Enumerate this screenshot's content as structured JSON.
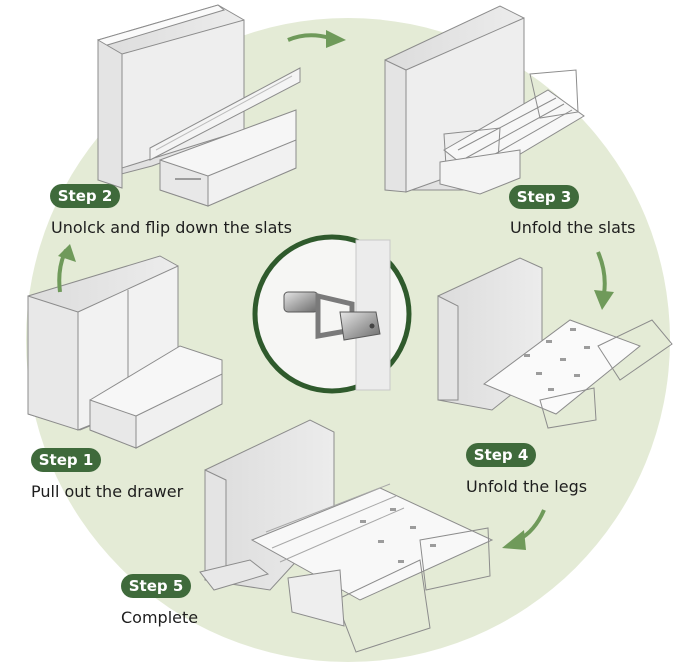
{
  "colors": {
    "background": "#ffffff",
    "circle": "#e4ebd6",
    "badge": "#3f6a3b",
    "arrow": "#6f9a5a",
    "inset_border": "#2f5a2c",
    "furniture": "#f1f1f1",
    "furniture_shade": "#d7d7d7",
    "outline": "#8c8c8c"
  },
  "steps": [
    {
      "badge": "Step 1",
      "caption": "Pull out the drawer"
    },
    {
      "badge": "Step 2",
      "caption": "Unolck and flip down the slats"
    },
    {
      "badge": "Step 3",
      "caption": "Unfold the slats"
    },
    {
      "badge": "Step 4",
      "caption": "Unfold the legs"
    },
    {
      "badge": "Step 5",
      "caption": "Complete"
    }
  ],
  "icons": {
    "latch": "latch-icon",
    "arrows": [
      "arrow-up-icon",
      "arrow-right-icon",
      "arrow-down-icon",
      "arrow-down-left-icon"
    ]
  }
}
